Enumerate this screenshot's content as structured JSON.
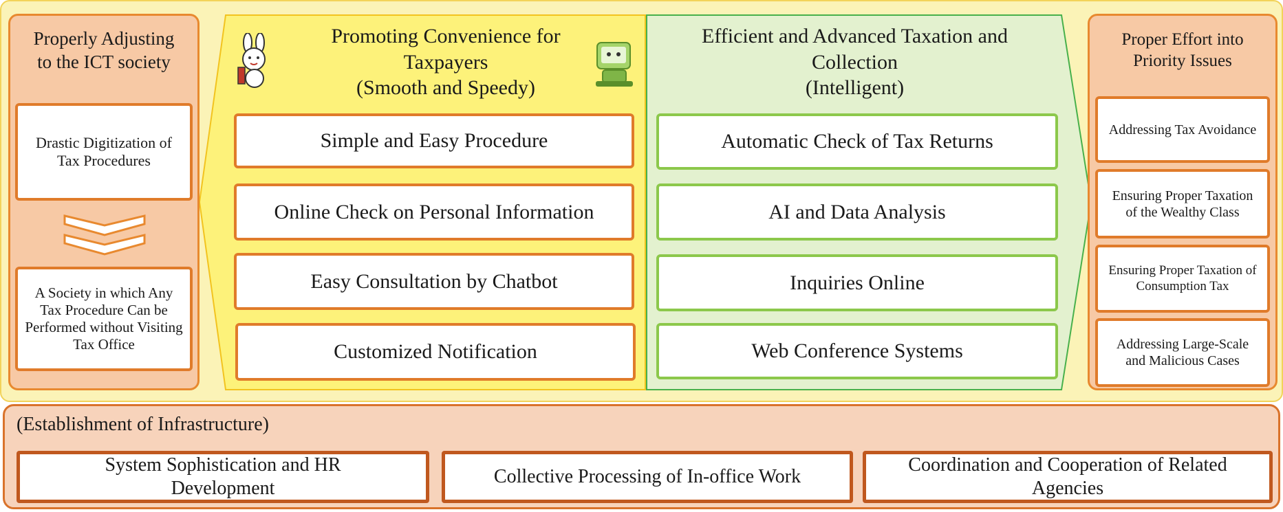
{
  "left_panel": {
    "title": "Properly Adjusting to the ICT society",
    "box_top": "Drastic Digitization of Tax Procedures",
    "box_bottom": "A Society in which Any Tax Procedure Can be Performed without Visiting Tax Office"
  },
  "convenience": {
    "title_line1": "Promoting Convenience for",
    "title_line2": "Taxpayers",
    "title_line3": "(Smooth and Speedy)",
    "items": [
      "Simple and Easy Procedure",
      "Online Check on Personal Information",
      "Easy Consultation by Chatbot",
      "Customized Notification"
    ]
  },
  "taxation": {
    "title_line1": "Efficient and Advanced Taxation and",
    "title_line2": "Collection",
    "title_line3": "(Intelligent)",
    "items": [
      "Automatic Check of Tax Returns",
      "AI and Data Analysis",
      "Inquiries Online",
      "Web Conference Systems"
    ]
  },
  "right_panel": {
    "title": "Proper Effort into Priority Issues",
    "items": [
      "Addressing Tax Avoidance",
      "Ensuring Proper Taxation of the Wealthy Class",
      "Ensuring Proper Taxation of Consumption Tax",
      "Addressing Large-Scale and Malicious Cases"
    ]
  },
  "infrastructure": {
    "title": "(Establishment of Infrastructure)",
    "items": [
      "System Sophistication and HR Development",
      "Collective Processing of In-office Work",
      "Coordination and Cooperation of Related Agencies"
    ]
  },
  "colors": {
    "orange_border": "#e07b2a",
    "green_border": "#8cc84b",
    "yellow_bg": "#fbf3b7",
    "peach_bg": "#f7c9a5"
  }
}
